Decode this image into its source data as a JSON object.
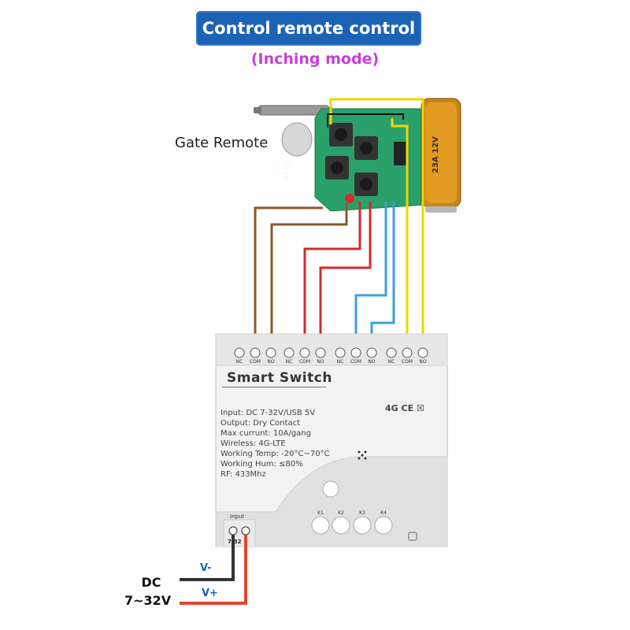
{
  "header": {
    "title": "Control remote control",
    "subtitle": "(Inching mode)"
  },
  "remote": {
    "label": "Gate Remote",
    "model_text": "MX-804",
    "battery_text": "23A 12V"
  },
  "power": {
    "dc_label": "DC",
    "voltage_label": "7~32V",
    "neg_label": "V-",
    "pos_label": "V+"
  },
  "device": {
    "title": "Smart  Switch",
    "specs": [
      "Input:  DC 7-32V/USB 5V",
      "Output:  Dry Contact",
      "Max currunt:  10A/gang",
      "Wireless:  4G-LTE",
      "Working Temp:  -20°C~70°C",
      "Working Hum:  ≤80%",
      "RF:  433Mhz"
    ],
    "certs": "4G CE ☒",
    "input_label": "Input",
    "input_sub": "7-32",
    "terminals": [
      "NC",
      "COM",
      "NO",
      "NC",
      "COM",
      "NO",
      "NC",
      "COM",
      "NO",
      "NC",
      "COM",
      "NO"
    ],
    "buttons": [
      "K1",
      "K2",
      "K3",
      "K4"
    ]
  },
  "colors": {
    "title_bg": "#1d63b5",
    "subtitle": "#c93fd6",
    "wire_brown": "#8b5a2b",
    "wire_red": "#d42a2a",
    "wire_blue": "#3aa2d8",
    "wire_yellow": "#f2d400",
    "pcb_green": "#2aa06b"
  }
}
